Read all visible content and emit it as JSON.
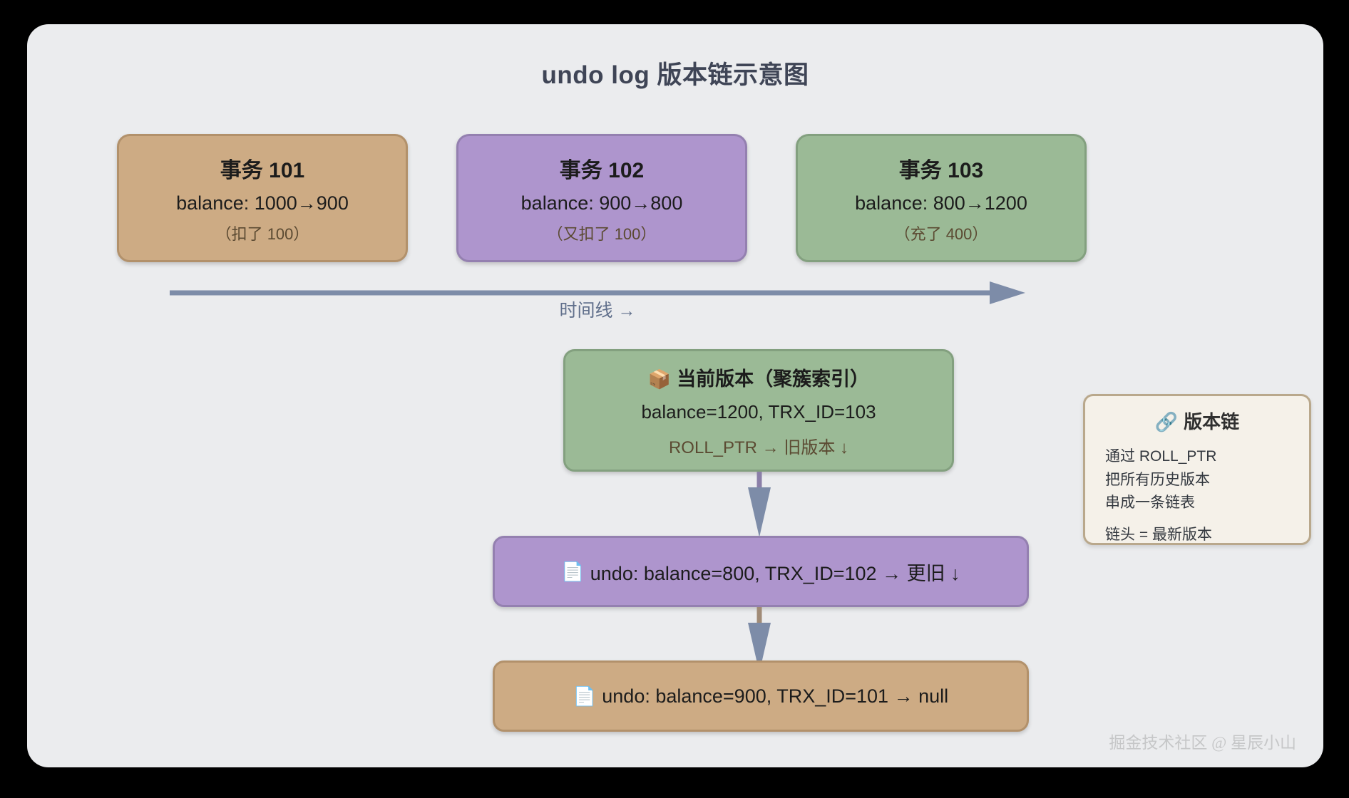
{
  "title": "undo log 版本链示意图",
  "colors": {
    "page_background": "#000000",
    "card_background": "#ebecee",
    "tan": "#cdab84",
    "purple": "#ae95cd",
    "green": "#9bba96",
    "arrow_slate": "#7d8ca8",
    "title_text": "#3f4556",
    "timeline_text": "#61708c",
    "legend_background": "#f5f1e9",
    "legend_border": "#b9a88c"
  },
  "transactions": [
    {
      "title": "事务 101",
      "balance": "balance: 1000→900",
      "note": "（扣了 100）",
      "color": "#cdab84"
    },
    {
      "title": "事务 102",
      "balance": "balance: 900→800",
      "note": "（又扣了 100）",
      "color": "#ae95cd"
    },
    {
      "title": "事务 103",
      "balance": "balance: 800→1200",
      "note": "（充了 400）",
      "color": "#9bba96"
    }
  ],
  "timeline": {
    "label": "时间线 →",
    "icon": "right-arrow-icon"
  },
  "current_version": {
    "icon": "package-icon",
    "icon_glyph": "📦",
    "heading": "当前版本（聚簇索引）",
    "body": "balance=1200, TRX_ID=103",
    "footer": "ROLL_PTR → 旧版本 ↓",
    "color": "#9bba96"
  },
  "undo_records": [
    {
      "icon": "document-icon",
      "icon_glyph": "📄",
      "text": "undo: balance=800, TRX_ID=102 → 更旧 ↓",
      "color": "#ae95cd"
    },
    {
      "icon": "document-icon",
      "icon_glyph": "📄",
      "text": "undo: balance=900, TRX_ID=101 → null",
      "color": "#cdab84"
    }
  ],
  "legend": {
    "icon": "link-icon",
    "icon_glyph": "🔗",
    "title": "版本链",
    "lines": [
      "通过 ROLL_PTR",
      "把所有历史版本",
      "串成一条链表"
    ],
    "footer": "链头 = 最新版本"
  },
  "watermark": "掘金技术社区 @ 星辰小山"
}
